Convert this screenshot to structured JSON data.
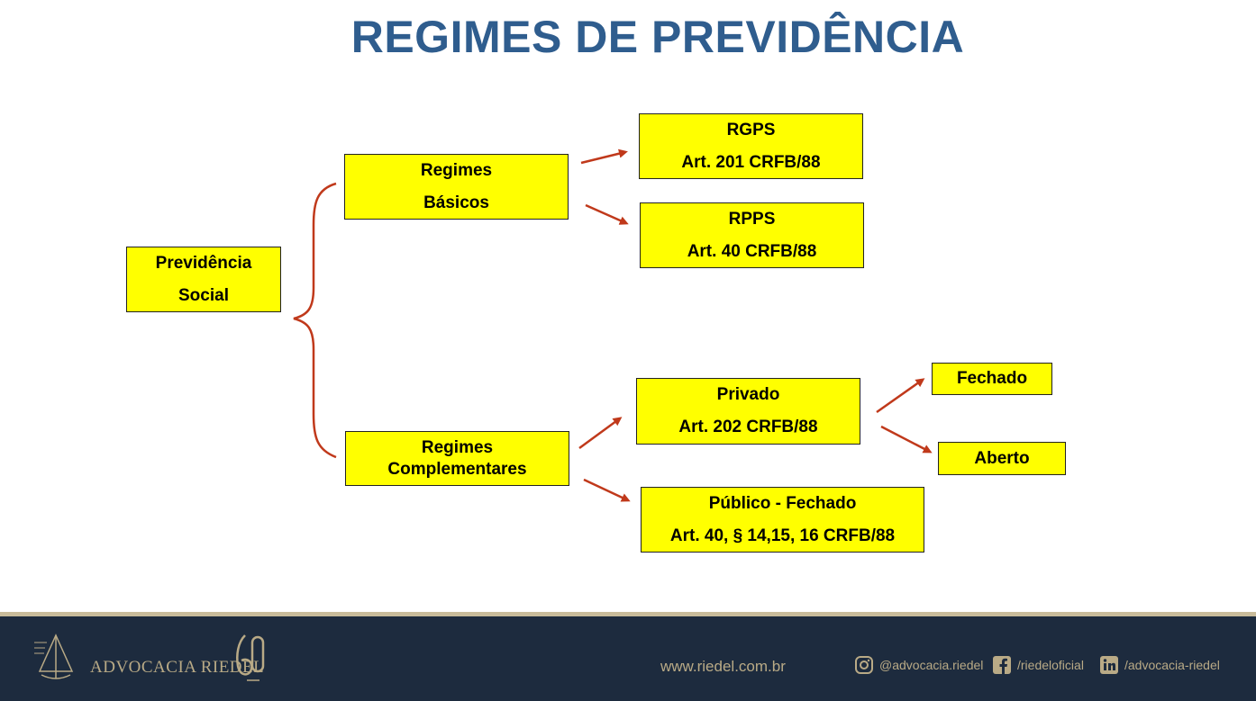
{
  "title": "REGIMES DE PREVIDÊNCIA",
  "diagram": {
    "previdencia": [
      "Previdência",
      "Social"
    ],
    "basicos": [
      "Regimes",
      "Básicos"
    ],
    "complementares": [
      "Regimes",
      "Complementares"
    ],
    "rgps": [
      "RGPS",
      "Art. 201 CRFB/88"
    ],
    "rpps": [
      "RPPS",
      "Art. 40 CRFB/88"
    ],
    "privado": [
      "Privado",
      "Art. 202 CRFB/88"
    ],
    "publico": [
      "Público - Fechado",
      "Art. 40, § 14,15, 16 CRFB/88"
    ],
    "fechado": "Fechado",
    "aberto": "Aberto"
  },
  "colors": {
    "title": "#2f5d8e",
    "box": "#ffff00",
    "arrow": "#c0391b",
    "footer": "#1d2b3e",
    "gold": "#b9aa86"
  },
  "footer": {
    "brand": "ADVOCACIA RIEDEL",
    "website": "www.riedel.com.br",
    "instagram": "@advocacia.riedel",
    "facebook": "/riedeloficial",
    "linkedin": "/advocacia-riedel",
    "icons": [
      "instagram-icon",
      "facebook-icon",
      "linkedin-icon"
    ]
  }
}
